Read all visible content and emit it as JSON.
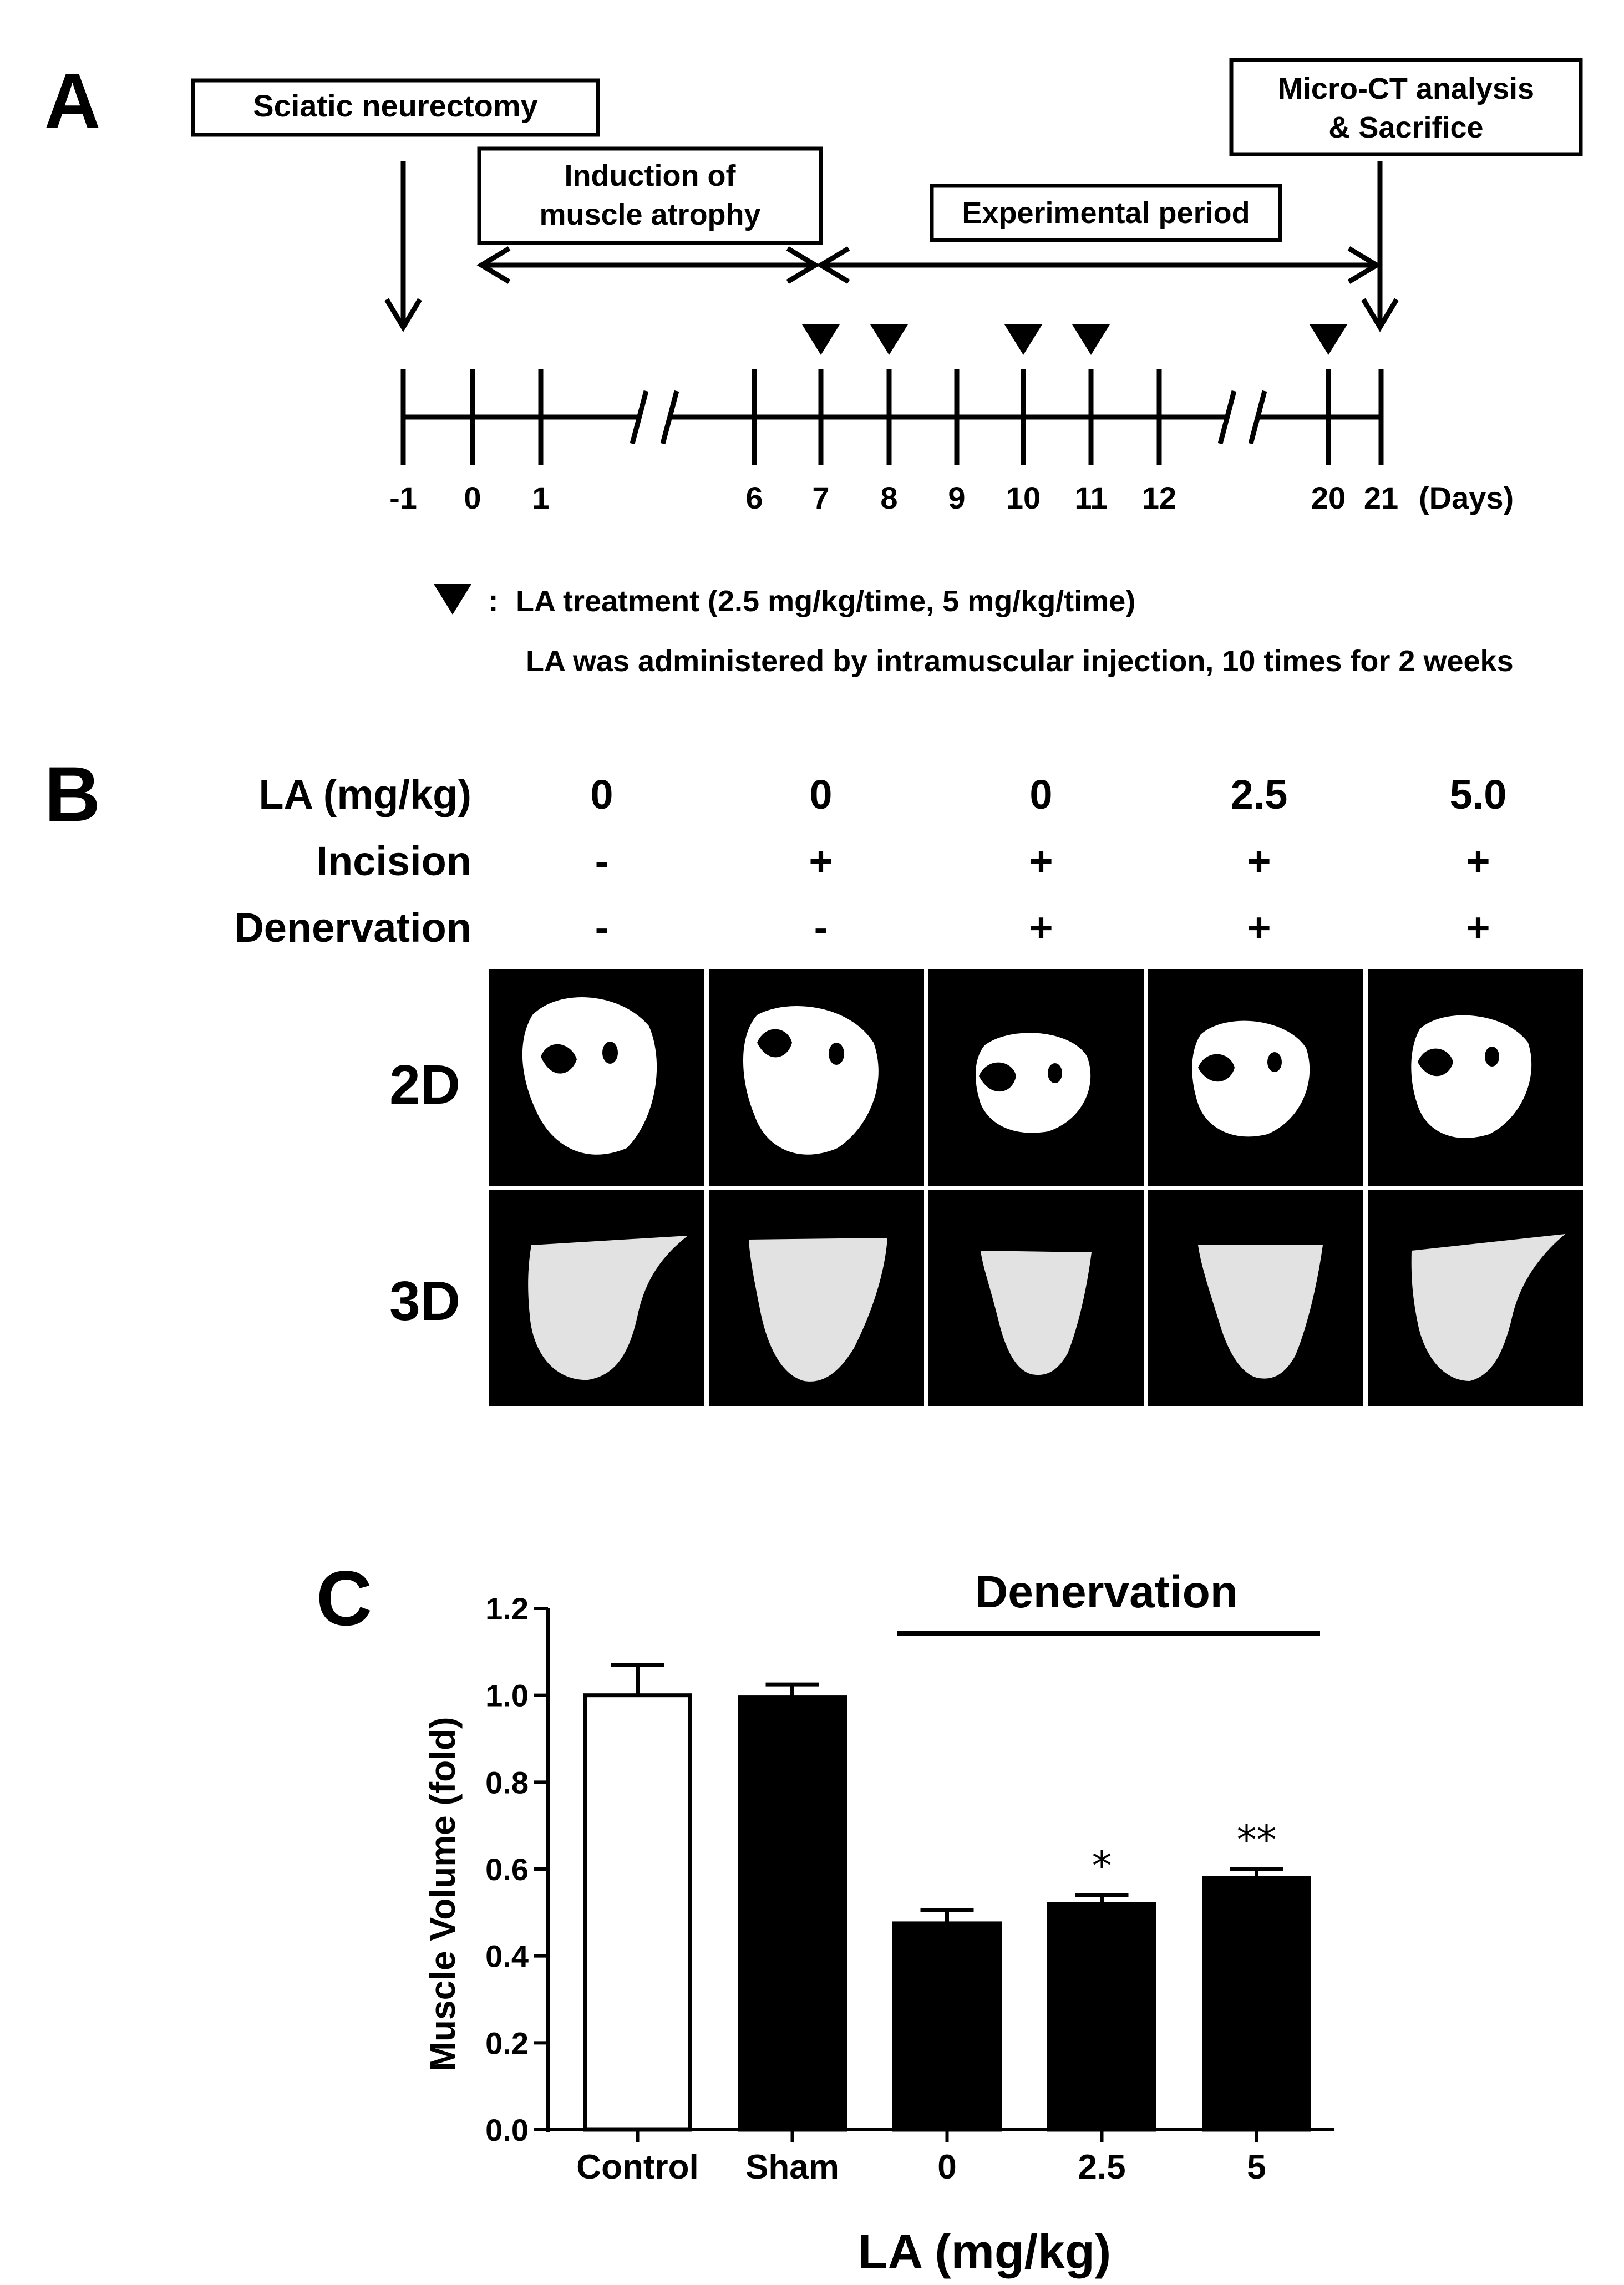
{
  "panel_a": {
    "letter": "A",
    "box_sciatic": "Sciatic neurectomy",
    "box_induction_1": "Induction of",
    "box_induction_2": "muscle atrophy",
    "box_experimental": "Experimental period",
    "box_microct_1": "Micro-CT analysis",
    "box_microct_2": "& Sacrifice",
    "day_ticks": [
      "-1",
      "0",
      "1",
      "6",
      "7",
      "8",
      "9",
      "10",
      "11",
      "12",
      "20",
      "21"
    ],
    "days_unit": "(Days)",
    "treatment_days": [
      "7",
      "8",
      "10",
      "11",
      "20"
    ],
    "legend_symbol": "▼",
    "legend_colon": ":",
    "legend_line1": "LA treatment (2.5 mg/kg/time, 5 mg/kg/time)",
    "legend_line2": "LA was administered by intramuscular injection, 10 times for 2 weeks"
  },
  "panel_b": {
    "letter": "B",
    "row_labels": [
      "LA (mg/kg)",
      "Incision",
      "Denervation"
    ],
    "columns": [
      {
        "la": "0",
        "incision": "-",
        "denervation": "-"
      },
      {
        "la": "0",
        "incision": "+",
        "denervation": "-"
      },
      {
        "la": "0",
        "incision": "+",
        "denervation": "+"
      },
      {
        "la": "2.5",
        "incision": "+",
        "denervation": "+"
      },
      {
        "la": "5.0",
        "incision": "+",
        "denervation": "+"
      }
    ],
    "image_row_labels": [
      "2D",
      "3D"
    ],
    "image_background": "#000000",
    "image_foreground": "#ffffff"
  },
  "panel_c": {
    "letter": "C",
    "group_bracket_label": "Denervation",
    "colors": {
      "control_fill": "#ffffff",
      "bar_fill": "#000000"
    }
  },
  "chart_data": {
    "type": "bar",
    "categories": [
      "Control",
      "Sham",
      "0",
      "2.5",
      "5"
    ],
    "values": [
      1.0,
      0.995,
      0.475,
      0.52,
      0.58
    ],
    "errors": [
      0.07,
      0.03,
      0.03,
      0.02,
      0.02
    ],
    "significance": [
      "",
      "",
      "",
      "*",
      "**"
    ],
    "xlabel": "LA (mg/kg)",
    "ylabel": "Muscle Volume (fold)",
    "ylim": [
      0,
      1.2
    ],
    "yticks": [
      "0.0",
      "0.2",
      "0.4",
      "0.6",
      "0.8",
      "1.0",
      "1.2"
    ],
    "ytick_values": [
      0,
      0.2,
      0.4,
      0.6,
      0.8,
      1.0,
      1.2
    ],
    "grid": false
  }
}
